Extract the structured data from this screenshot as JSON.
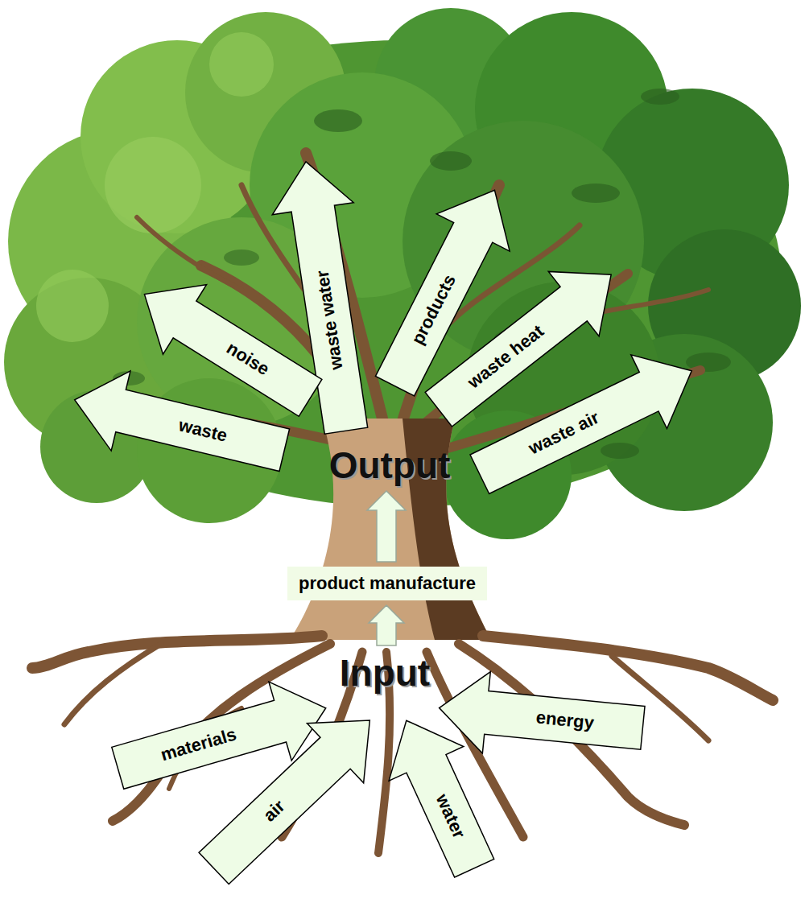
{
  "diagram": {
    "nodes": [
      {
        "text": [
          "waste water"
        ]
      },
      {
        "text": [
          "products"
        ]
      },
      {
        "text": [
          "noise"
        ]
      },
      {
        "text": [
          "waste heat"
        ]
      },
      {
        "text": [
          "waste"
        ]
      },
      {
        "text": [
          "waste air"
        ]
      },
      {
        "text": [
          "product manufacture"
        ]
      },
      {
        "text": [
          "materials"
        ]
      },
      {
        "text": [
          "energy"
        ]
      },
      {
        "text": [
          "air"
        ]
      },
      {
        "text": [
          "water"
        ]
      }
    ],
    "labels": [
      "Output",
      "Input"
    ]
  }
}
